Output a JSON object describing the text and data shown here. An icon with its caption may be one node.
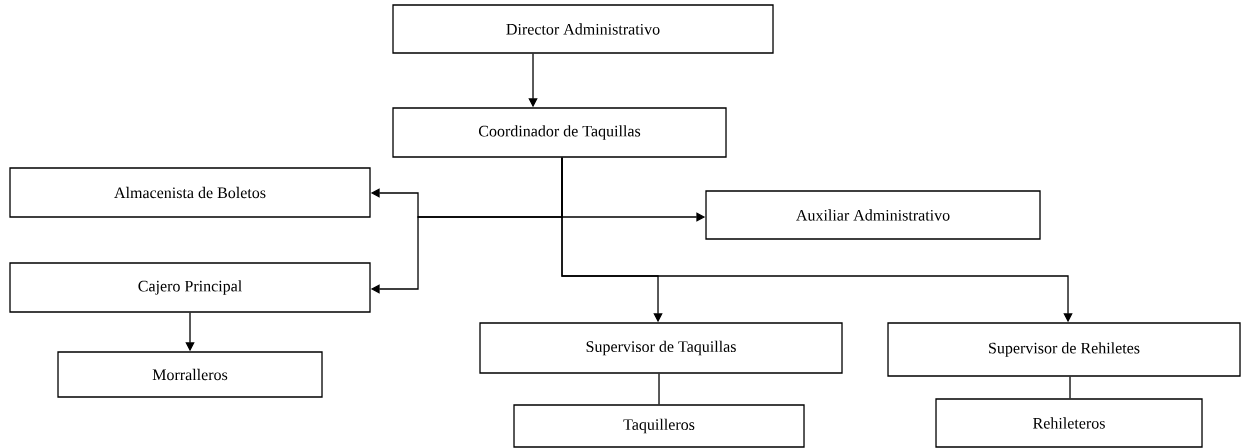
{
  "diagram": {
    "nodes": [
      {
        "text": [
          "Director Administrativo"
        ]
      },
      {
        "text": [
          "Coordinador de Taquillas"
        ]
      },
      {
        "text": [
          "Almacenista de Boletos"
        ]
      },
      {
        "text": [
          "Auxiliar Administrativo"
        ]
      },
      {
        "text": [
          "Cajero Principal"
        ]
      },
      {
        "text": [
          "Morralleros"
        ]
      },
      {
        "text": [
          "Supervisor de Taquillas"
        ]
      },
      {
        "text": [
          "Supervisor de Rehiletes"
        ]
      },
      {
        "text": [
          "Taquilleros"
        ]
      },
      {
        "text": [
          "Rehileteros"
        ]
      }
    ],
    "edges": [
      {
        "from": 0,
        "to": 1,
        "arrow": "to"
      },
      {
        "from": 1,
        "to": 2,
        "arrow": "to"
      },
      {
        "from": 1,
        "to": 3,
        "arrow": "to"
      },
      {
        "from": 1,
        "to": 4,
        "arrow": "to"
      },
      {
        "from": 1,
        "to": 6,
        "arrow": "to"
      },
      {
        "from": 1,
        "to": 7,
        "arrow": "to"
      },
      {
        "from": 4,
        "to": 5,
        "arrow": "to"
      },
      {
        "from": 6,
        "to": 8,
        "arrow": "none"
      },
      {
        "from": 7,
        "to": 9,
        "arrow": "none"
      }
    ]
  }
}
